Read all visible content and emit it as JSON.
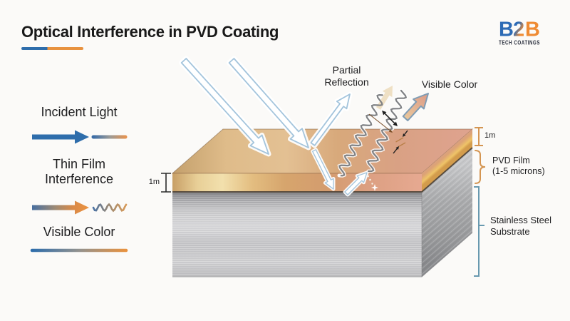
{
  "header": {
    "title": "Optical Interference in PVD Coating",
    "logo": {
      "part1": "B",
      "part2": "2",
      "part3": "B",
      "subtitle": "TECH COATINGS"
    }
  },
  "legend": {
    "incident_light": "Incident Light",
    "thin_film_line1": "Thin Film",
    "thin_film_line2": "Interference",
    "visible_color": "Visible Color"
  },
  "diagram": {
    "partial_reflection_line1": "Partial",
    "partial_reflection_line2": "Reflection",
    "visible_color": "Visible Color",
    "left_thickness": "1m",
    "right_thickness": "1m",
    "pvd_film_line1": "PVD Film",
    "pvd_film_line2": "(1-5 microns)",
    "substrate_line1": "Stainless Steel",
    "substrate_line2": "Substrate"
  },
  "colors": {
    "accent_blue": "#2e6dab",
    "accent_orange": "#e8923f",
    "logo_blue": "#2d6bb5",
    "logo_orange": "#ef8b33",
    "film_gold": "#f2e0ad",
    "film_salmon": "#e6a991",
    "top_face_tan": "#c4a06c",
    "top_face_pink": "#dfa38f",
    "steel_gray": "#c6c6c8",
    "bracket_orange": "#d49552",
    "bracket_blue": "#6899af"
  }
}
